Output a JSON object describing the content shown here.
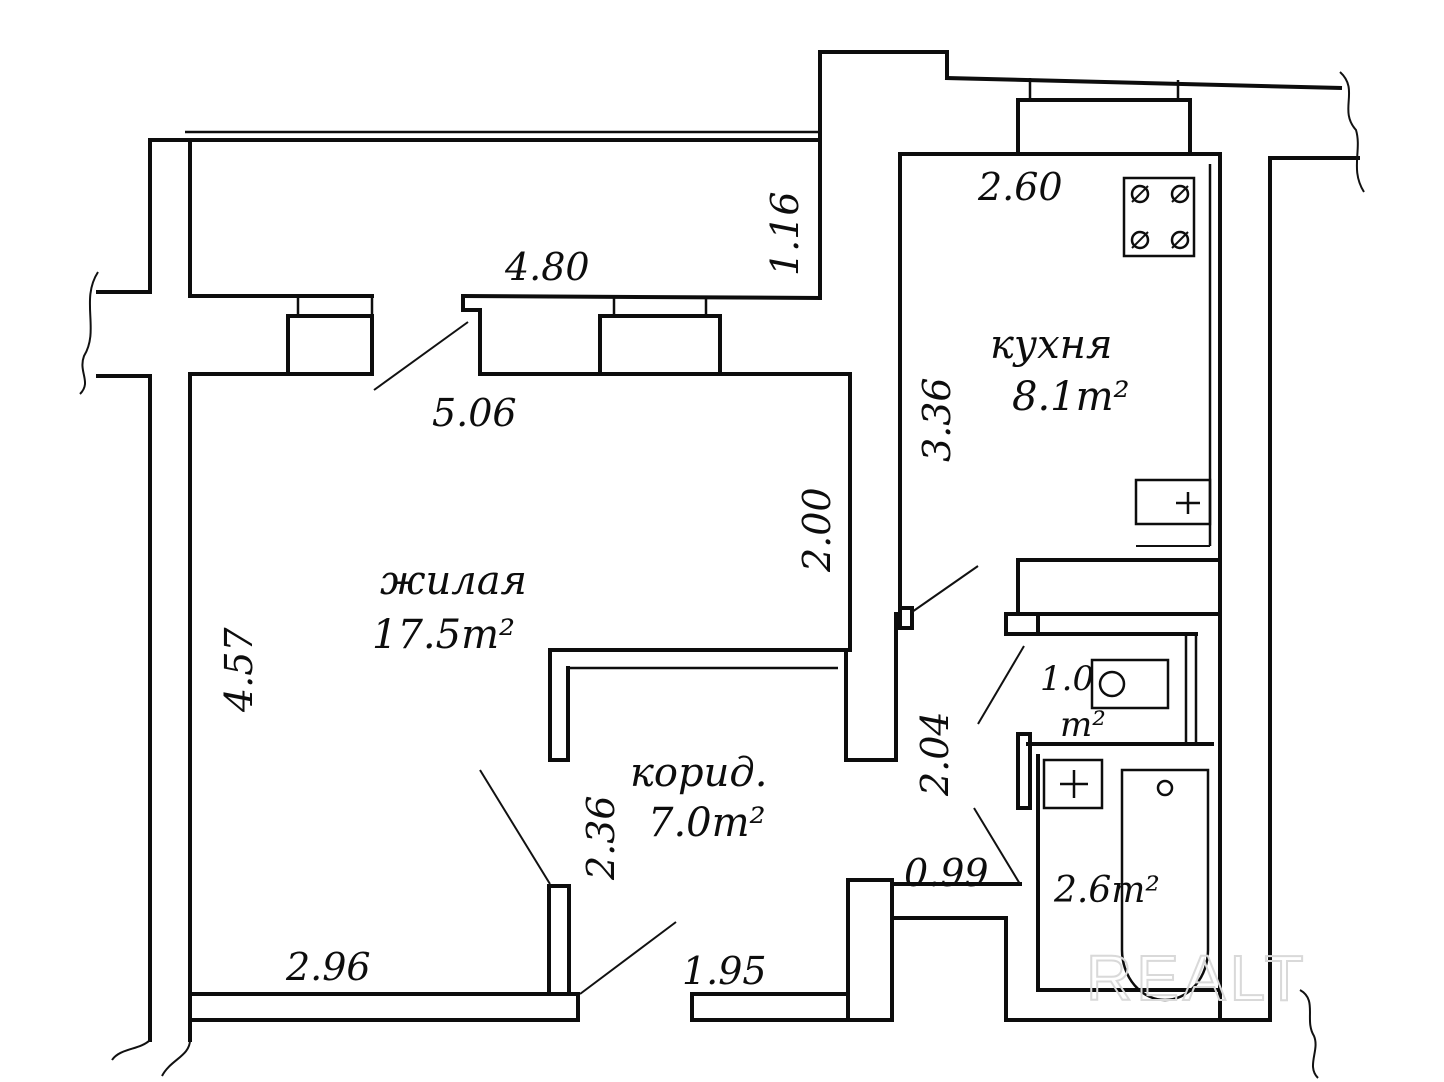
{
  "plan": {
    "dimensions": {
      "loggia_length": "4.80",
      "loggia_depth": "1.16",
      "kitchen_width": "2.60",
      "kitchen_length": "3.36",
      "living_width": "5.06",
      "living_length": "4.57",
      "partition": "2.00",
      "wc_length": "2.04",
      "corridor_depth": "2.36",
      "door_width": "0.99",
      "living_bottom": "2.96",
      "entrance": "1.95"
    },
    "rooms": {
      "kitchen_name": "кухня",
      "kitchen_area": "8.1m²",
      "living_name": "жилая",
      "living_area": "17.5m²",
      "corridor_name": "корид.",
      "corridor_area": "7.0m²",
      "wc_area_num": "1.0",
      "wc_area_unit": "m²",
      "bath_area": "2.6m²"
    },
    "watermark": "REALT"
  }
}
